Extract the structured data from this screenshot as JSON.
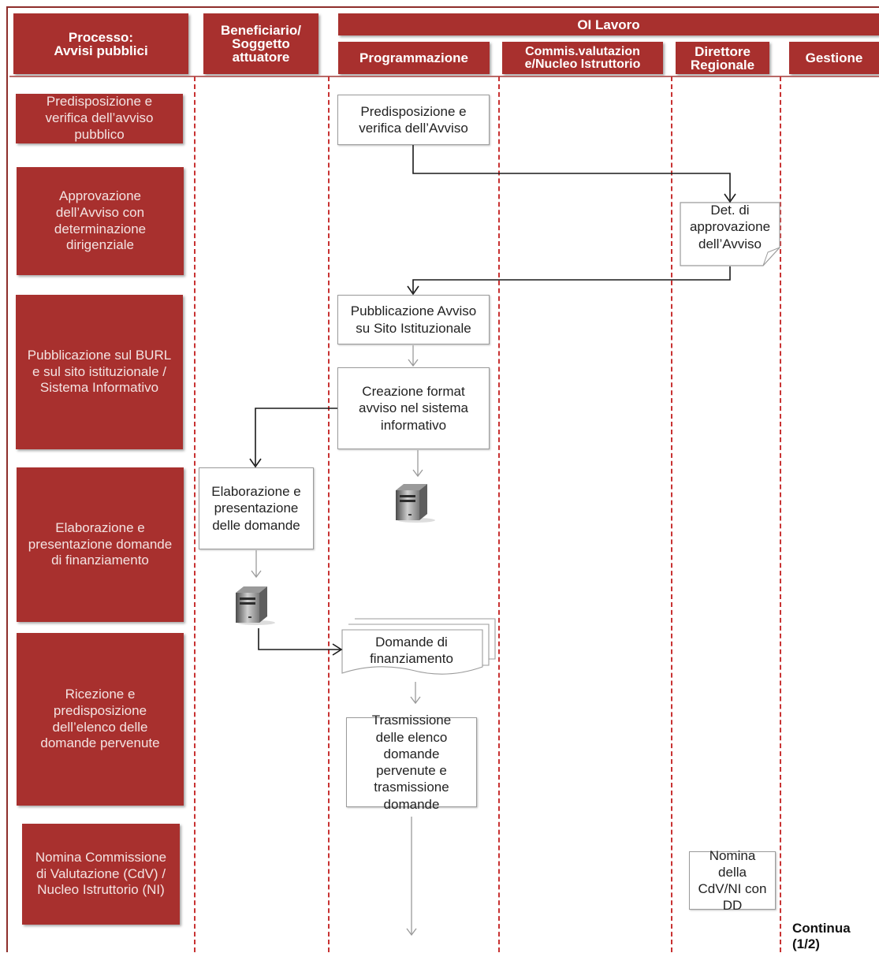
{
  "header": {
    "process": "Processo:\nAvvisi pubblici",
    "beneficiary": "Beneficiario/\nSoggetto\nattuatore",
    "oi": "OI Lavoro",
    "lanes": [
      "Programmazione",
      "Commis.valutazion\ne/Nucleo Istruttorio",
      "Direttore\nRegionale",
      "Gestione"
    ]
  },
  "processes": [
    "Predisposizione e\nverifica dell’avviso\npubblico",
    "Approvazione\ndell’Avviso con\ndeterminazione\ndirigenziale",
    "Pubblicazione sul BURL\ne sul sito istituzionale /\nSistema Informativo",
    "Elaborazione e\npresentazione domande\ndi finanziamento",
    "Ricezione e\npredisposizione\ndell’elenco delle\ndomande pervenute",
    "Nomina Commissione\ndi Valutazione (CdV) /\nNucleo Istruttorio (NI)"
  ],
  "activities": {
    "predisposizione": "Predisposizione e\nverifica dell’Avviso",
    "det_approvazione": "Det.  di\napprovazione\ndell’Avviso",
    "pubblicazione": "Pubblicazione Avviso\nsu Sito Istituzionale",
    "creazione": "Creazione  format\navviso nel sistema\ninformativo",
    "elaborazione": "Elaborazione e\npresentazione\ndelle domande",
    "domande": "Domande di\nfinanziamento",
    "trasmissione": "Trasmissione\ndelle elenco\ndomande\npervenute e\ntrasmissione\ndomande",
    "nomina": "Nomina\ndella\nCdV/NI con\nDD"
  },
  "continua": "Continua\n(1/2)",
  "colors": {
    "header_red": "#a8302e",
    "dashed_line": "#c83232"
  },
  "icons": [
    "server-icon"
  ]
}
